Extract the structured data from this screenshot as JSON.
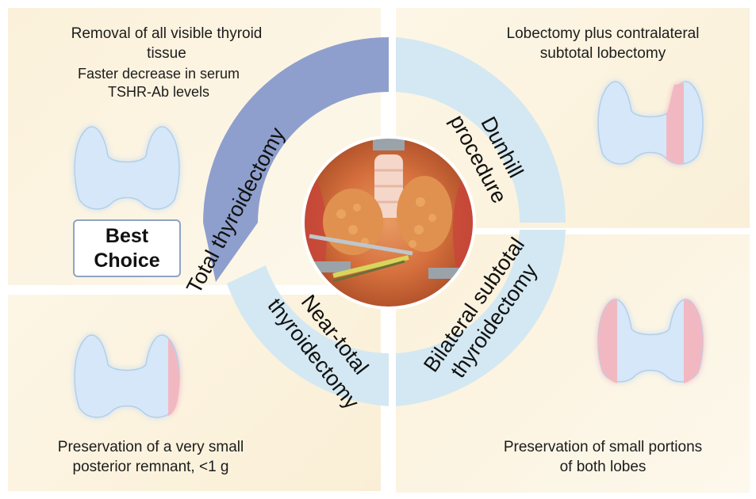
{
  "procedures": {
    "total": {
      "name": "Total thyroidectomy",
      "description_line1": "Removal of all visible thyroid",
      "description_line2": "tissue",
      "note_line1": "Faster decrease in serum",
      "note_line2": "TSHR-Ab levels",
      "badge_line1": "Best",
      "badge_line2": "Choice"
    },
    "dunhill": {
      "name_line1": "Dunhill",
      "name_line2": "procedure",
      "description_line1": "Lobectomy plus contralateral",
      "description_line2": "subtotal lobectomy"
    },
    "near_total": {
      "name_line1": "Near-total",
      "name_line2": "thyroidectomy",
      "description_line1": "Preservation of a very small",
      "description_line2": "posterior remnant, <1 g"
    },
    "bilateral": {
      "name_line1": "Bilateral subtotal",
      "name_line2": "thyroidectomy",
      "description_line1": "Preservation of  small portions",
      "description_line2": "of both lobes"
    }
  },
  "colors": {
    "panel_cream": "#fdf6e3",
    "wedge_total": "#8e9fcd",
    "wedge_other": "#d3e8f2",
    "gland_blue": "#d5e7f8",
    "remnant_pink": "#f2b8c2"
  },
  "icons": [
    "thyroid-gland-icon",
    "surgery-photo-icon"
  ]
}
